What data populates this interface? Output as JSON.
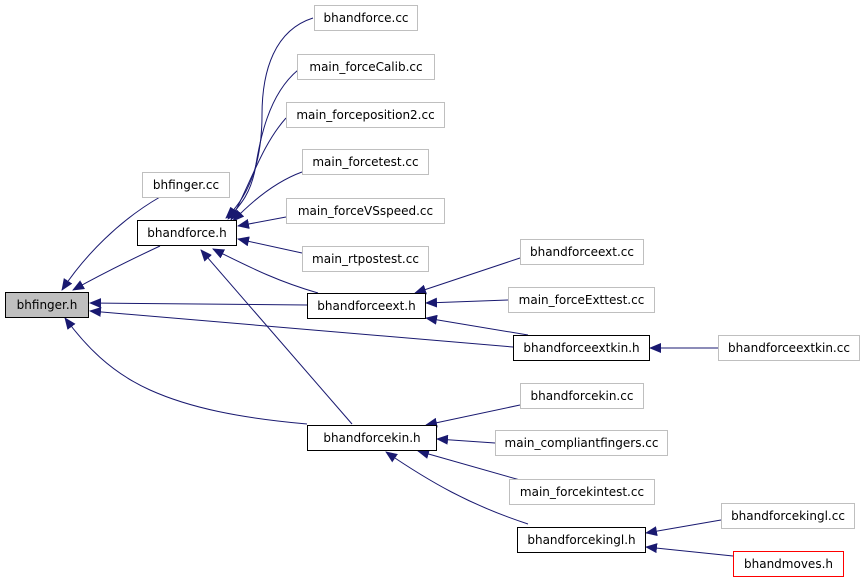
{
  "nodes": {
    "bhfinger_h": "bhfinger.h",
    "bhfinger_cc": "bhfinger.cc",
    "bhandforce_h": "bhandforce.h",
    "bhandforce_cc": "bhandforce.cc",
    "main_forceCalib_cc": "main_forceCalib.cc",
    "main_forceposition2_cc": "main_forceposition2.cc",
    "main_forcetest_cc": "main_forcetest.cc",
    "main_forceVSspeed_cc": "main_forceVSspeed.cc",
    "main_rtpostest_cc": "main_rtpostest.cc",
    "bhandforceext_h": "bhandforceext.h",
    "bhandforceext_cc": "bhandforceext.cc",
    "main_forceExttest_cc": "main_forceExttest.cc",
    "bhandforceextkin_h": "bhandforceextkin.h",
    "bhandforceextkin_cc": "bhandforceextkin.cc",
    "bhandforcekin_h": "bhandforcekin.h",
    "bhandforcekin_cc": "bhandforcekin.cc",
    "main_compliantfingers_cc": "main_compliantfingers.cc",
    "main_forcekintest_cc": "main_forcekintest.cc",
    "bhandforcekingl_h": "bhandforcekingl.h",
    "bhandforcekingl_cc": "bhandforcekingl.cc",
    "bhandmoves_h": "bhandmoves.h"
  },
  "colors": {
    "edge": "#191970",
    "header_border": "#000000",
    "source_border": "#bfbfbf",
    "root_fill": "#bfbfbf",
    "highlight_border": "#ff0000"
  }
}
